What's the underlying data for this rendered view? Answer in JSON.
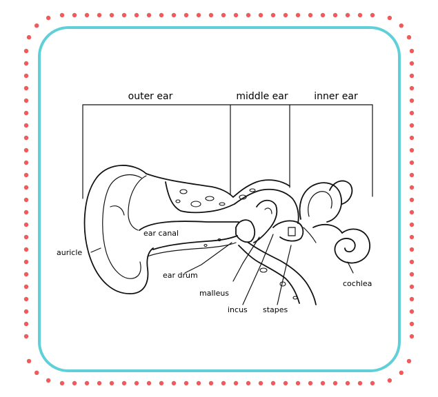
{
  "frame": {
    "dot_color": "#f05a5a",
    "border_color": "#5fd0d8"
  },
  "sections": {
    "outer": "outer ear",
    "middle": "middle ear",
    "inner": "inner ear"
  },
  "parts": {
    "auricle": "auricle",
    "ear_canal": "ear canal",
    "ear_drum": "ear drum",
    "malleus": "malleus",
    "incus": "incus",
    "stapes": "stapes",
    "cochlea": "cochlea"
  }
}
